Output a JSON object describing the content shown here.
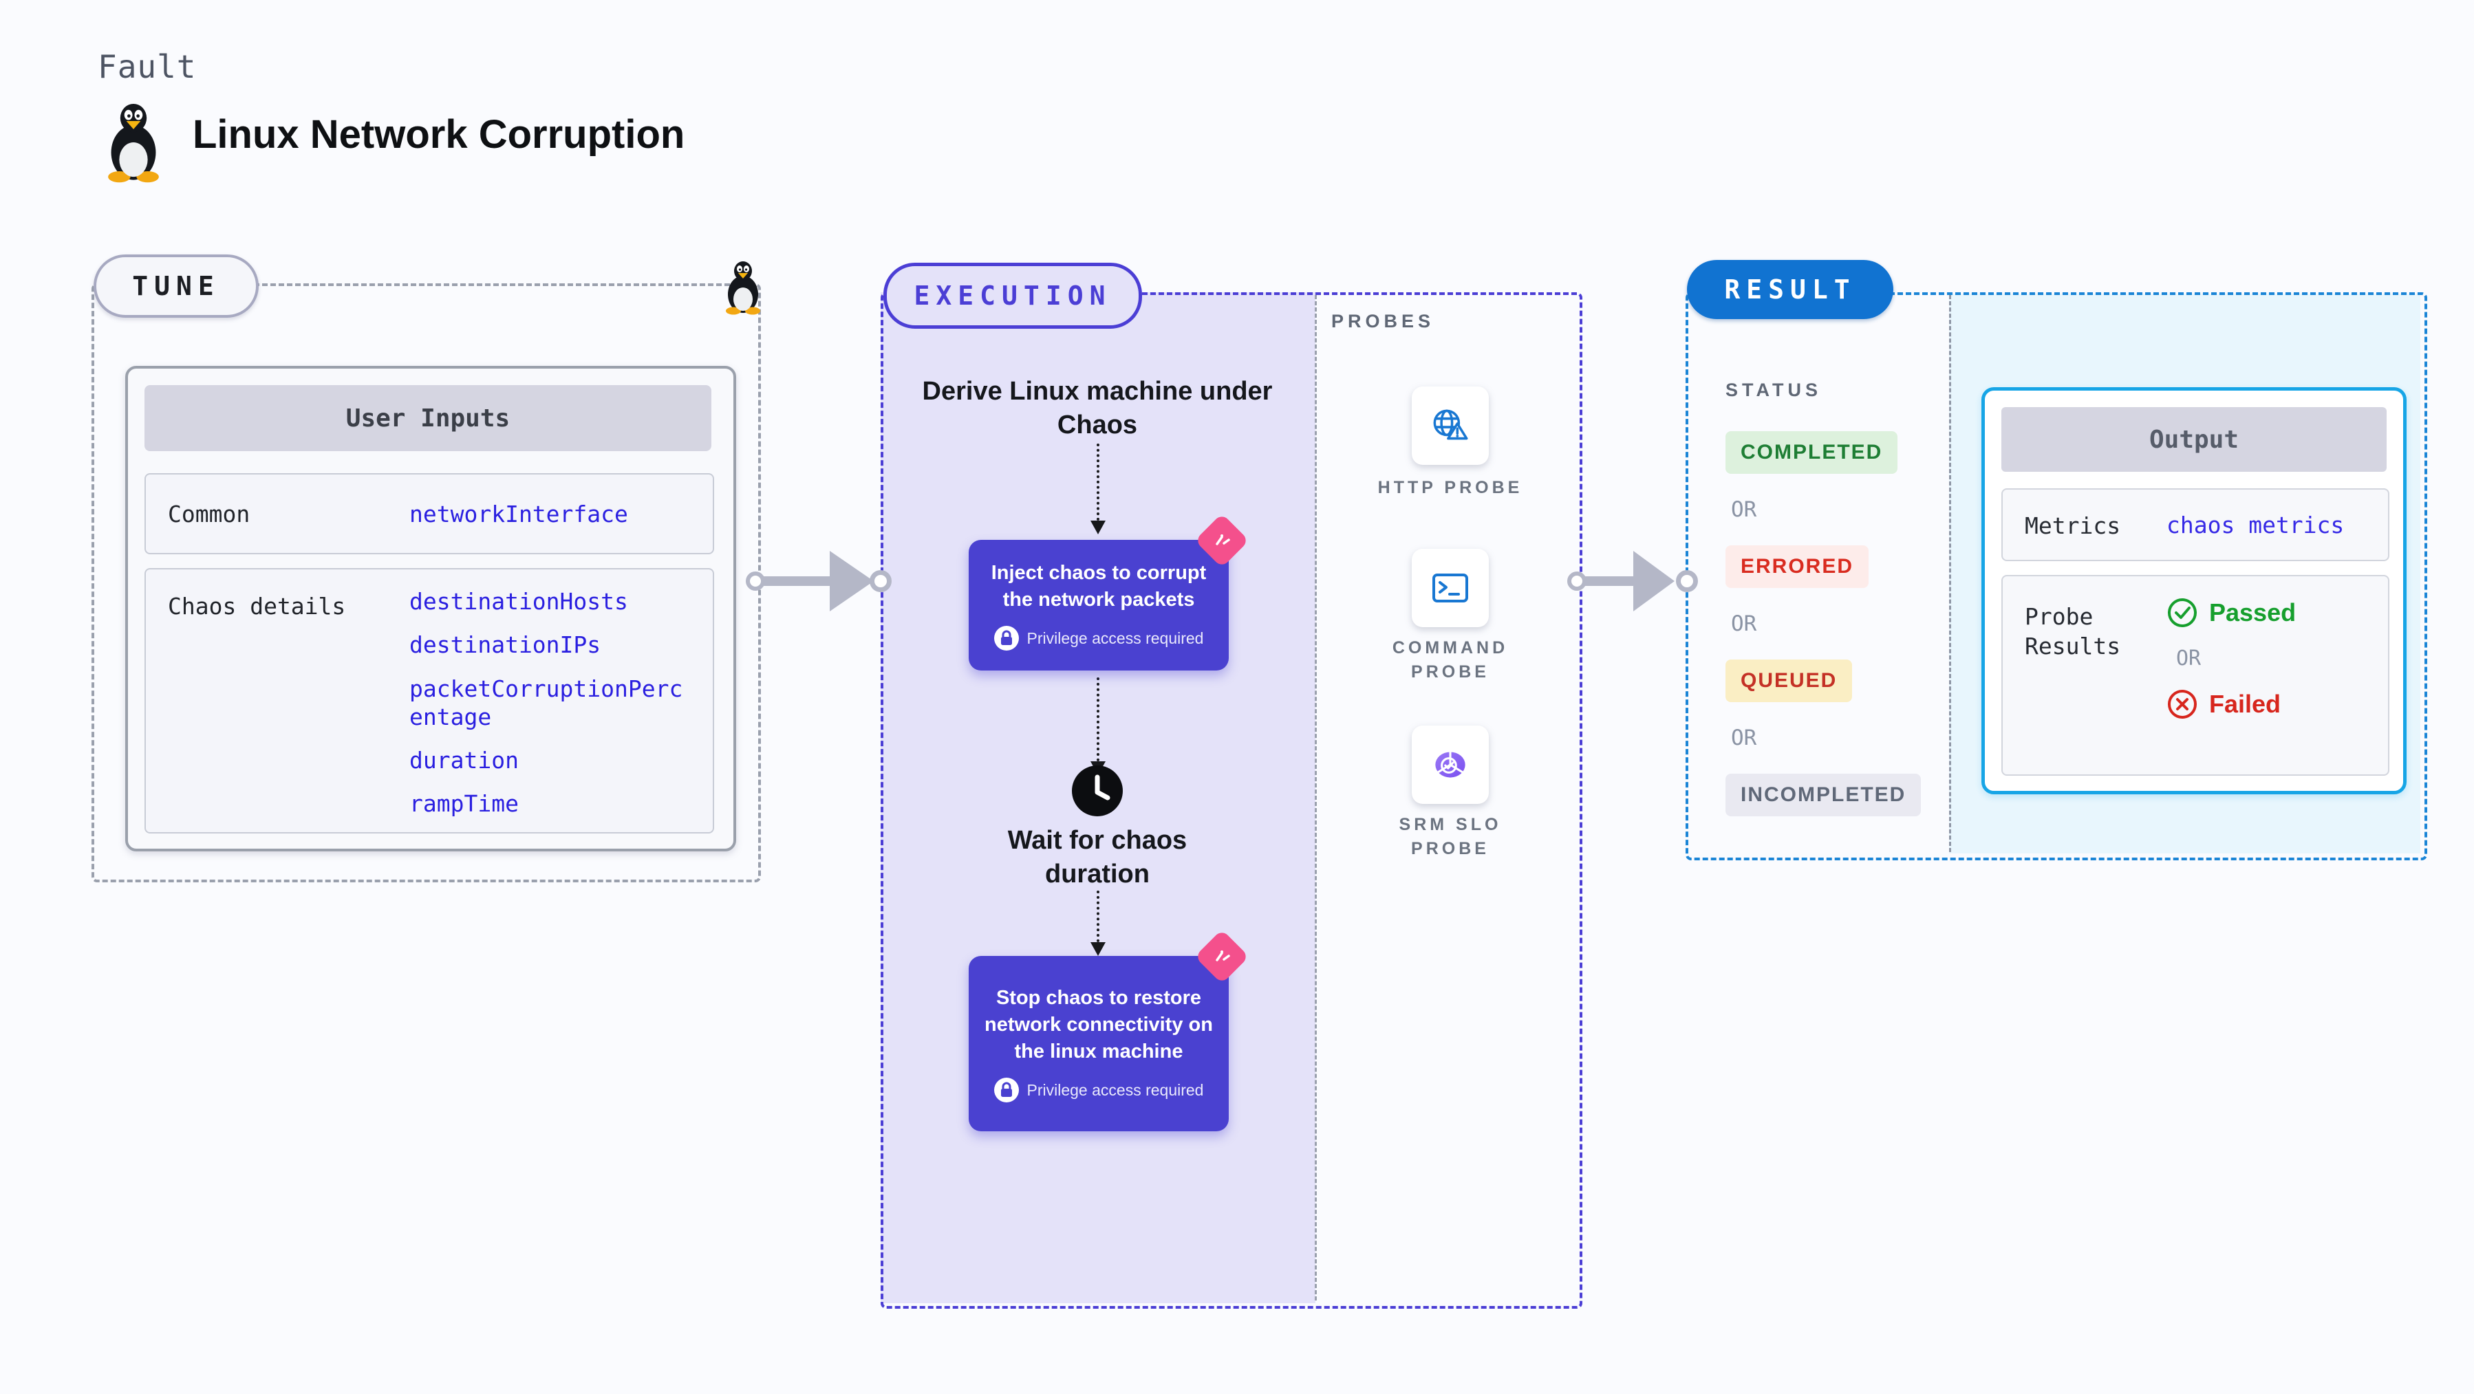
{
  "header": {
    "eyebrow": "Fault",
    "title": "Linux Network Corruption",
    "icon": "tux-penguin"
  },
  "tune": {
    "label": "TUNE",
    "user_inputs": {
      "title": "User Inputs",
      "rows": [
        {
          "label": "Common",
          "values": [
            "networkInterface"
          ]
        },
        {
          "label": "Chaos details",
          "values": [
            "destinationHosts",
            "destinationIPs",
            "packetCorruptionPercentage",
            "duration",
            "rampTime"
          ]
        }
      ]
    }
  },
  "execution": {
    "label": "EXECUTION",
    "derive_text": "Derive Linux machine under Chaos",
    "inject_text": "Inject chaos to corrupt the network packets",
    "wait_text": "Wait for chaos duration",
    "stop_text": "Stop chaos to restore network connectivity on the linux machine",
    "privilege_note": "Privilege access required"
  },
  "probes": {
    "label": "PROBES",
    "items": [
      {
        "name": "HTTP PROBE",
        "icon": "globe-alert-icon"
      },
      {
        "name": "COMMAND PROBE",
        "icon": "terminal-icon"
      },
      {
        "name": "SRM SLO PROBE",
        "icon": "slo-pie-check-icon"
      }
    ]
  },
  "result": {
    "label": "RESULT",
    "status": {
      "label": "STATUS",
      "or": "OR",
      "states": [
        {
          "text": "COMPLETED",
          "fg": "#1e7e34",
          "bg": "#ddf1dd"
        },
        {
          "text": "ERRORED",
          "fg": "#d92c20",
          "bg": "#fdecea"
        },
        {
          "text": "QUEUED",
          "fg": "#c43025",
          "bg": "#faeec4"
        },
        {
          "text": "INCOMPLETED",
          "fg": "#5f6878",
          "bg": "#e9e9f1"
        }
      ]
    },
    "output": {
      "title": "Output",
      "metrics_label": "Metrics",
      "metrics_value": "chaos metrics",
      "probe_results_label": "Probe Results",
      "passed_label": "Passed",
      "or": "OR",
      "failed_label": "Failed"
    }
  },
  "colors": {
    "page_bg": "#fafbfe",
    "indigo": "#4b3ed5",
    "lavender": "#e4e2f9",
    "node_bg": "#4a41d0",
    "pink_badge": "#f4508c",
    "result_blue": "#1173d1",
    "result_dash": "#1b85d6",
    "cyan_bg": "#e8f6fd",
    "output_border": "#17a5e6",
    "value_blue": "#2a1fe0",
    "passed_green": "#169f2d",
    "failed_red": "#d7261d",
    "probe_icon_blue": "#1877d2",
    "srm_purple": "#865ef2",
    "connector_gray": "#b4b7c7"
  }
}
